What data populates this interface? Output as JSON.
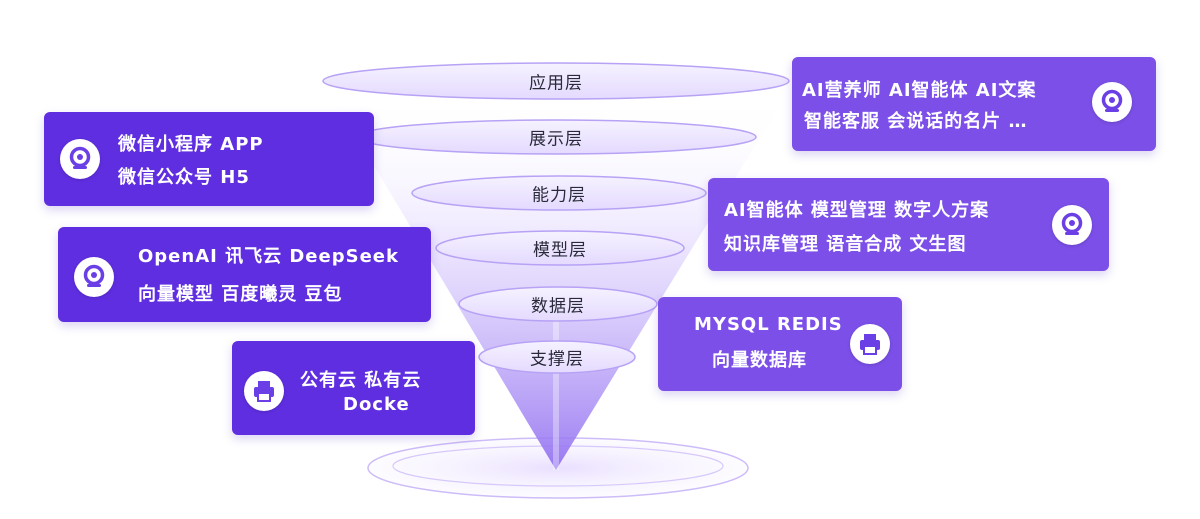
{
  "layers": [
    {
      "label": "应用层"
    },
    {
      "label": "展示层"
    },
    {
      "label": "能力层"
    },
    {
      "label": "模型层"
    },
    {
      "label": "数据层"
    },
    {
      "label": "支撑层"
    }
  ],
  "cards": {
    "application": {
      "lines": [
        "AI营养师  AI智能体  AI文案",
        "智能客服  会说话的名片 …"
      ],
      "icon": "webcam-icon"
    },
    "display": {
      "lines": [
        "微信小程序  APP",
        "微信公众号  H5"
      ],
      "icon": "webcam-icon"
    },
    "capability": {
      "lines": [
        "AI智能体 模型管理 数字人方案",
        "知识库管理  语音合成  文生图"
      ],
      "icon": "webcam-icon"
    },
    "model": {
      "lines": [
        "OpenAI  讯飞云  DeepSeek",
        "向量模型  百度曦灵  豆包"
      ],
      "icon": "webcam-icon"
    },
    "data": {
      "lines": [
        "MYSQL  REDIS",
        "向量数据库"
      ],
      "icon": "printer-icon"
    },
    "support": {
      "lines": [
        "公有云   私有云",
        "Docke"
      ],
      "icon": "printer-icon"
    }
  },
  "colors": {
    "card_dark": "#5f2ee0",
    "card_light": "#7b4fe8",
    "funnel_purple": "#9a7bf0",
    "ellipse_fill": "#efeaff",
    "ellipse_stroke": "#b7a2f5",
    "icon_purple": "#6b3fe6"
  }
}
